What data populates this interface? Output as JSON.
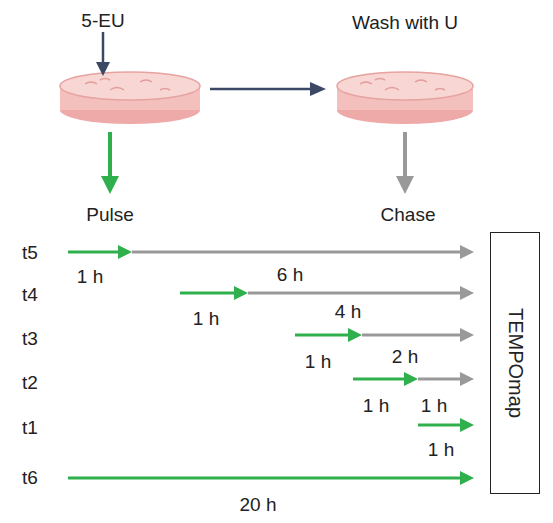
{
  "diagram": {
    "nodes": [
      {
        "text": [
          "TEMPOmap"
        ]
      }
    ],
    "labels": [
      "5-EU",
      "Wash with U",
      "Pulse",
      "Chase",
      "t5",
      "1 h",
      "6 h",
      "t4",
      "1 h",
      "4 h",
      "t3",
      "1 h",
      "2 h",
      "t2",
      "1 h",
      "1 h",
      "t1",
      "1 h",
      "t6",
      "20 h"
    ]
  }
}
